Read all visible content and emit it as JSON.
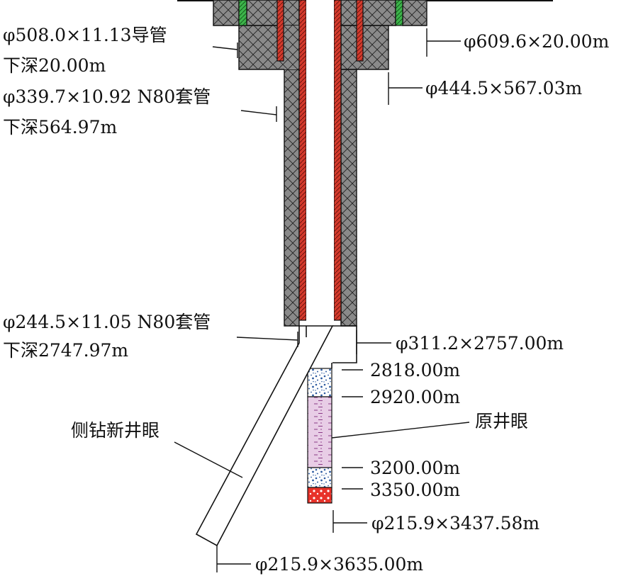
{
  "colors": {
    "cement": "#8a8a8a",
    "casing_red": "#d43a2c",
    "conductor_green": "#3cb44a",
    "lithology_blue": "#2c5aa0",
    "lithology_pink": "#e8cde6",
    "lithology_red": "#e8322a"
  },
  "labels": {
    "conductor_spec": "φ508.0×11.13导管",
    "conductor_depth": "下深20.00m",
    "hole_609": "φ609.6×20.00m",
    "casing339_spec": "φ339.7×10.92 N80套管",
    "casing339_depth": "下深564.97m",
    "hole_444": "φ444.5×567.03m",
    "casing244_spec": "φ244.5×11.05 N80套管",
    "casing244_depth": "下深2747.97m",
    "hole_311": "φ311.2×2757.00m",
    "depth_2818": "2818.00m",
    "depth_2920": "2920.00m",
    "original_hole": "原井眼",
    "sidetrack_hole": "侧钻新井眼",
    "depth_3200": "3200.00m",
    "depth_3350": "3350.00m",
    "original_td": "φ215.9×3437.58m",
    "sidetrack_td": "φ215.9×3635.00m"
  }
}
